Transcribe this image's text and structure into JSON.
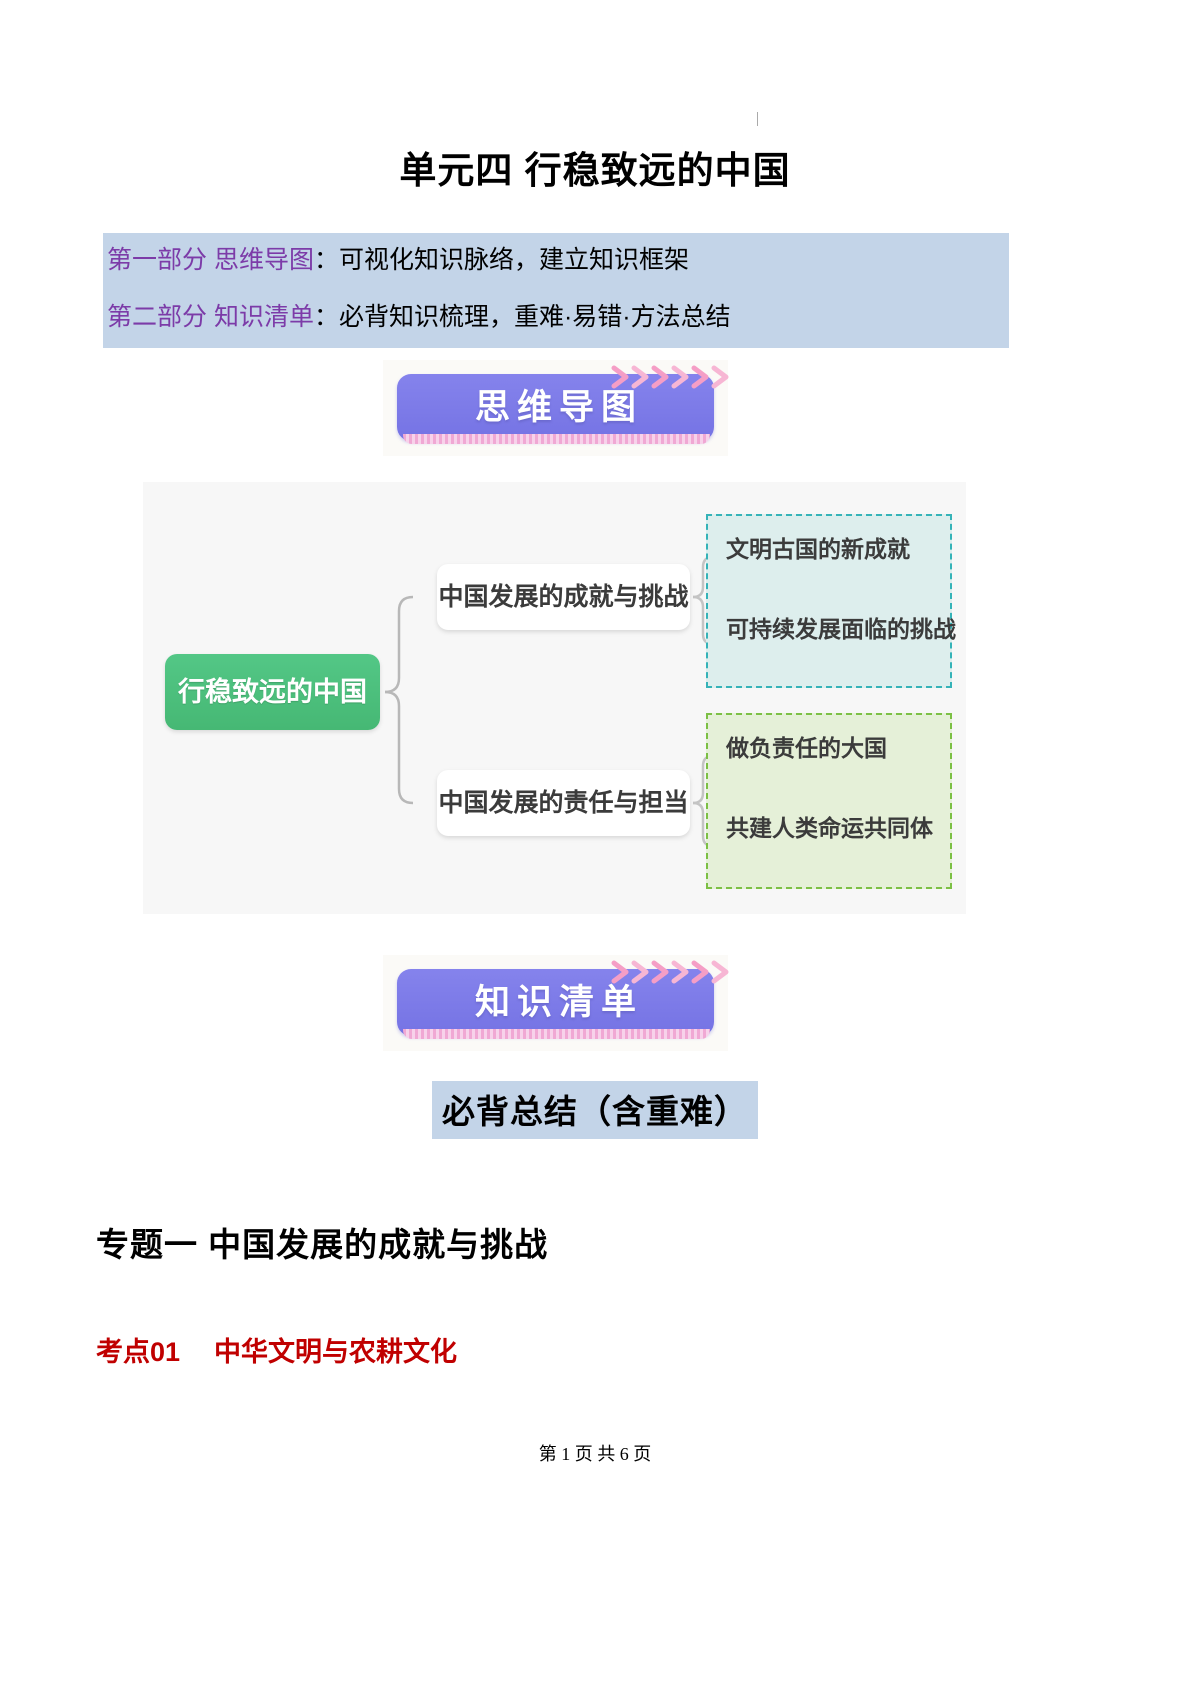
{
  "document": {
    "title": "单元四  行稳致远的中国",
    "intro": [
      {
        "label": "第一部分  思维导图",
        "colon": "：",
        "text": "可视化知识脉络，建立知识框架"
      },
      {
        "label": "第二部分  知识清单",
        "colon": "：",
        "text": "必背知识梳理，重难·易错·方法总结"
      }
    ],
    "banners": {
      "mindmap": "思维导图",
      "checklist": "知识清单"
    },
    "summary_heading": "必背总结（含重难）",
    "topic_heading": "专题一  中国发展的成就与挑战",
    "point": {
      "number": "考点01",
      "title": "中华文明与农耕文化"
    },
    "footer": "第 1 页 共 6 页"
  },
  "mindmap": {
    "root": "行稳致远的中国",
    "branches": [
      {
        "label": "中国发展的成就与挑战",
        "leaves": [
          "文明古国的新成就",
          "可持续发展面临的挑战"
        ],
        "accent": "#35b3b8",
        "fill": "#ddeeed"
      },
      {
        "label": "中国发展的责任与担当",
        "leaves": [
          "做负责任的大国",
          "共建人类命运共同体"
        ],
        "accent": "#7cc044",
        "fill": "#e5f0d8"
      }
    ],
    "colors": {
      "root_fill": "#4cc07d",
      "branch_fill": "#ffffff",
      "canvas": "#f7f7f7",
      "connector": "#b8b8b8"
    }
  },
  "theme": {
    "band_blue": "#c3d4e8",
    "banner_purple": "#7a78e8",
    "banner_stripe_pink": "#f0a8d4",
    "label_purple": "#7c3ba8",
    "point_red": "#c00000"
  }
}
